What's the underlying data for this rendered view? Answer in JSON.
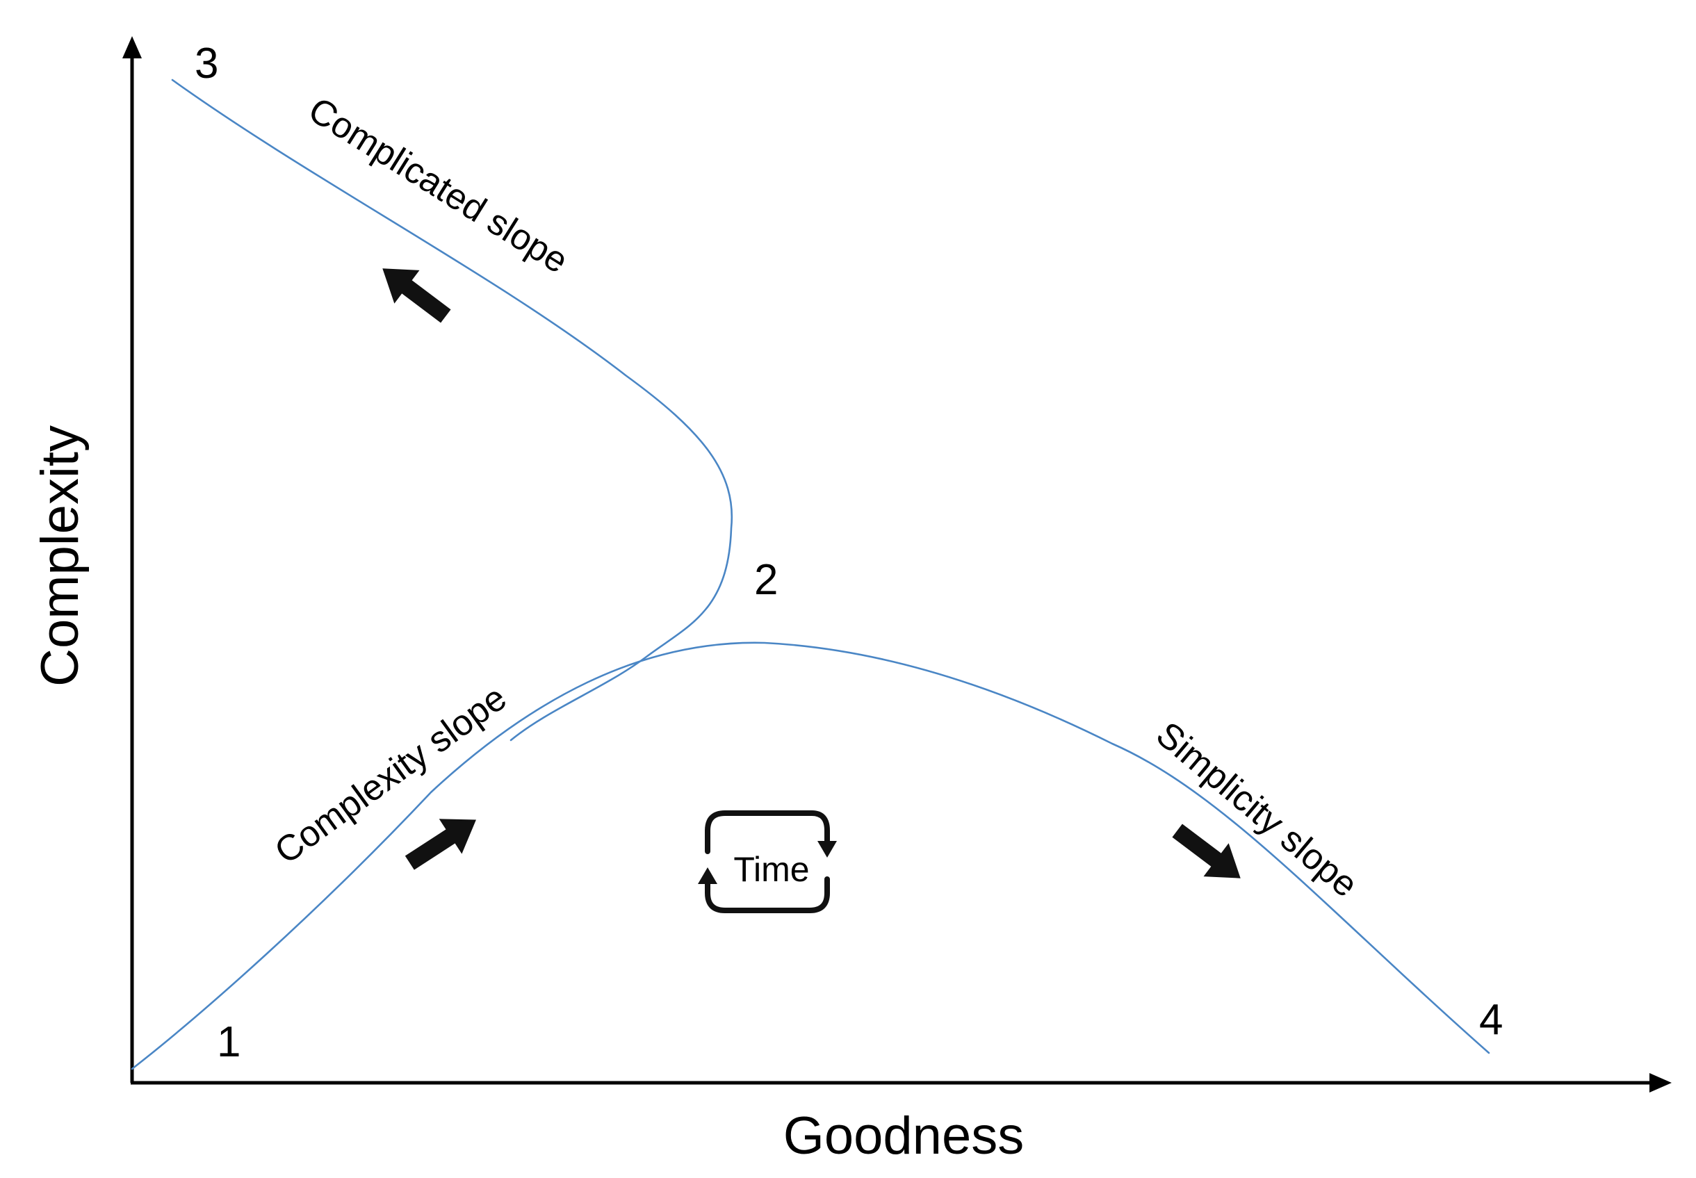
{
  "axes": {
    "x_title": "Goodness",
    "y_title": "Complexity"
  },
  "points": [
    {
      "id": "p1",
      "label": "1"
    },
    {
      "id": "p2",
      "label": "2"
    },
    {
      "id": "p3",
      "label": "3"
    },
    {
      "id": "p4",
      "label": "4"
    }
  ],
  "slopes": {
    "complicated": "Complicated slope",
    "complexity": "Complexity slope",
    "simplicity": "Simplicity slope"
  },
  "time_label": "Time",
  "icons": {
    "direction": "thick-arrow-icon",
    "cycle": "cycle-arrows-icon"
  },
  "colors": {
    "curve": "#4a86c5",
    "ink": "#000000"
  }
}
